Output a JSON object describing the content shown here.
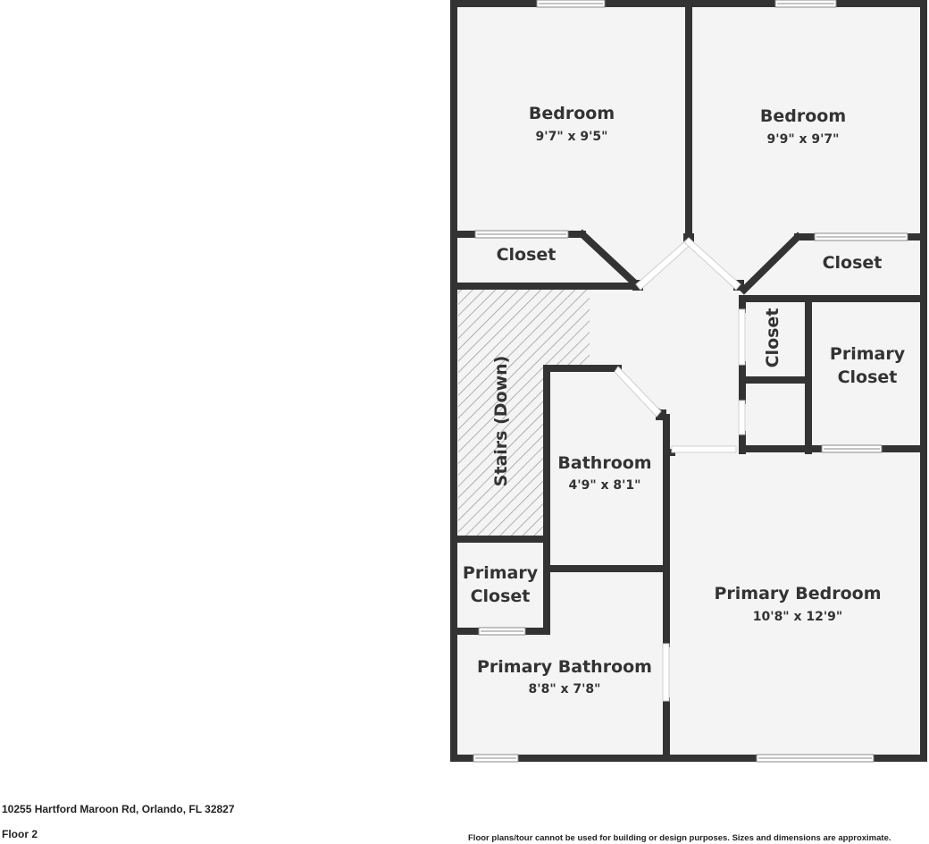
{
  "colors": {
    "wall": "#333333",
    "floor": "#f4f4f4",
    "window": "#ffffff",
    "hatch": "#9a9a9a"
  },
  "rooms": {
    "bedroom_1": {
      "label": "Bedroom",
      "dims": "9'7\" x 9'5\""
    },
    "bedroom_2": {
      "label": "Bedroom",
      "dims": "9'9\" x 9'7\""
    },
    "closet_1": {
      "label": "Closet"
    },
    "closet_2": {
      "label": "Closet"
    },
    "closet_3": {
      "label": "Closet"
    },
    "stairs": {
      "label": "Stairs (Down)"
    },
    "primary_closet_right": {
      "line1": "Primary",
      "line2": "Closet"
    },
    "bathroom": {
      "label": "Bathroom",
      "dims": "4'9\" x 8'1\""
    },
    "primary_closet_left": {
      "line1": "Primary",
      "line2": "Closet"
    },
    "primary_bedroom": {
      "label": "Primary Bedroom",
      "dims": "10'8\" x 12'9\""
    },
    "primary_bathroom": {
      "label": "Primary Bathroom",
      "dims": "8'8\" x 7'8\""
    }
  },
  "footer": {
    "address": "10255 Hartford Maroon Rd, Orlando, FL 32827",
    "floor": "Floor 2",
    "disclaimer": "Floor plans/tour cannot be used for building or design purposes. Sizes and dimensions are approximate."
  }
}
